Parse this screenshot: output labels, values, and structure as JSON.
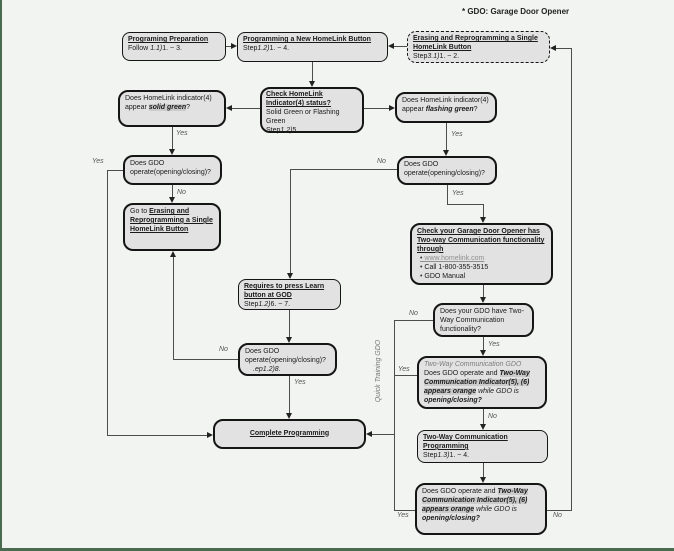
{
  "note": "* GDO: Garage Door Opener",
  "labels": {
    "yes": "Yes",
    "no": "No"
  },
  "rotated_label": "Quick Training GDO",
  "colors": {
    "box_fill": "#e2e2e2",
    "highlight": "#cbcbcb",
    "accent_green": "#4a6b50",
    "background": "#f2f4f1"
  },
  "boxes": {
    "prep": {
      "title": "Programing Preparation",
      "step_pre": "Follow ",
      "step_num": "1.1)",
      "step_post": "1. ~ 3."
    },
    "new_btn": {
      "title": "Programming a New HomeLink Button",
      "step_pre": "Step",
      "step_num": "1.2)",
      "step_post": "1. ~ 4."
    },
    "erase": {
      "title": "Erasing and Reprogramming a Single HomeLink Button",
      "step_pre": "Step",
      "step_num": "3.1)",
      "step_post": "1. ~ 2."
    },
    "check_status": {
      "title": "Check HomeLink Indicator(4) status?",
      "line2": "Solid Green or Flashing Green",
      "step_pre": "Step",
      "step_num": "1.2)",
      "step_post": "5."
    },
    "solid": {
      "pre": "Does HomeLink indicator(4) appear ",
      "em": "solid green",
      "post": "?"
    },
    "flashing": {
      "pre": "Does HomeLink indicator(4) appear ",
      "em": "flashing green",
      "post": "?"
    },
    "gdo_left": {
      "text": "Does GDO operate(opening/closing)?"
    },
    "goto_erase": {
      "pre": "Go to ",
      "link": "Erasing and Reprogramming a Single HomeLink Button"
    },
    "gdo_right": {
      "text": "Does GDO operate(opening/closing)?"
    },
    "check_gdo": {
      "title": "Check your Garage Door Opener has Two-way Communication functionality through",
      "bullets": [
        "www.homelink.com",
        "Call 1-800-355-3515",
        "GDO Manual"
      ]
    },
    "learn": {
      "title": "Requires to press Learn button at GOD",
      "step_pre": "Step",
      "step_num": "1.2)",
      "step_post": "6. ~ 7."
    },
    "gdo_learn": {
      "text": "Does GDO operate(opening/closing)?",
      "step": ".ep1.2)8."
    },
    "have_twoway": {
      "text": "Does your GDO have Two-Way Communication functionality?"
    },
    "twoway_gdo": {
      "header": "Two-Way Communication GDO",
      "pre": "Does GDO operate and ",
      "em": "Two-Way Communication Indicator(5), (6) appears orange",
      "mid": " while GDO is ",
      "em2": "opening/closing?"
    },
    "twoway_prog": {
      "title": "Two-Way Communication Programming",
      "step_pre": "Step",
      "step_num": "1.3)",
      "step_post": "1. ~ 4."
    },
    "twoway_check": {
      "pre": "Does GDO operate and ",
      "em": "Two-Way Communication Indicator(5), (6) appears orange",
      "mid": " while GDO is ",
      "em2": "opening/closing?"
    },
    "complete": {
      "title": "Complete Programming"
    }
  }
}
